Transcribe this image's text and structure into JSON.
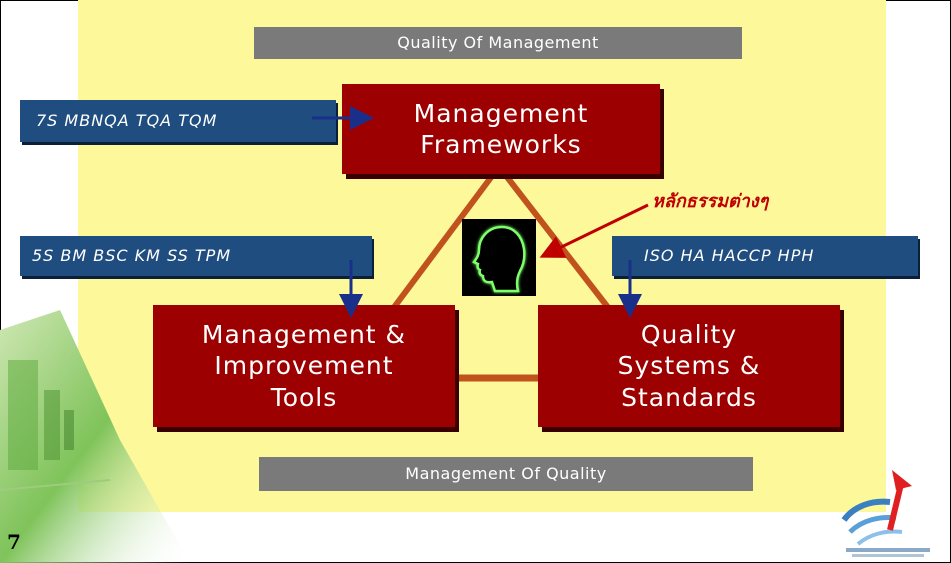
{
  "slide": {
    "title_band": "Quality Of  Management",
    "bottom_band": "Management Of Quality",
    "page_number": "7"
  },
  "tags": {
    "frameworks": "7S  MBNQA  TQA  TQM",
    "tools": "5S  BM  BSC  KM  SS  TPM",
    "standards": "ISO  HA  HACCP  HPH"
  },
  "boxes": {
    "frameworks": "Management\nFrameworks",
    "tools": "Management &\nImprovement\nTools",
    "standards": "Quality\nSystems &\nStandards"
  },
  "principles_label": "หลักธรรมต่างๆ",
  "colors": {
    "slide_background": "#fdf99a",
    "box_red": "#9c0000",
    "tag_blue": "#1f4d7f",
    "band_gray": "#7a7a7a",
    "connector": "#c0521e",
    "arrow_navy": "#1a2f8a",
    "principles_red": "#c00000"
  },
  "icons": {
    "head": "head-silhouette-icon",
    "logo": "organization-logo-icon"
  }
}
